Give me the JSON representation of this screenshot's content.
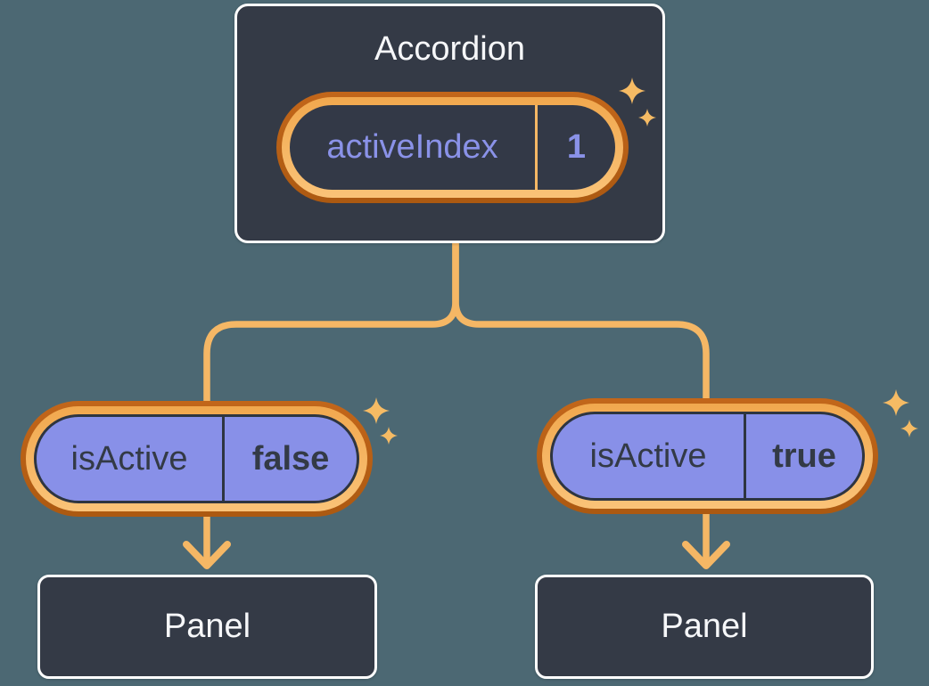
{
  "colors": {
    "bg": "#4C6873",
    "node-fill": "#343A46",
    "node-border": "#FFFFFF",
    "node-text": "#F6F7F9",
    "pill-dark-fill": "#333947",
    "purple": "#8890E8",
    "purple-text": "#8A92E8",
    "dark-text": "#333A46",
    "dark-line": "#2E3540",
    "ring-dark": "#C2661A",
    "ring-light-2": "#FAC378",
    "connector": "#F5B765",
    "sparkle": "#F6BB64"
  },
  "icons": {
    "sparkle": "four-point-star",
    "arrow": "chevron-down-arrow"
  },
  "diagram": {
    "root": {
      "title": "Accordion",
      "state": {
        "name": "activeIndex",
        "value": "1"
      }
    },
    "children": [
      {
        "prop": {
          "name": "isActive",
          "value": "false"
        },
        "panel": {
          "label": "Panel"
        }
      },
      {
        "prop": {
          "name": "isActive",
          "value": "true"
        },
        "panel": {
          "label": "Panel"
        }
      }
    ]
  }
}
